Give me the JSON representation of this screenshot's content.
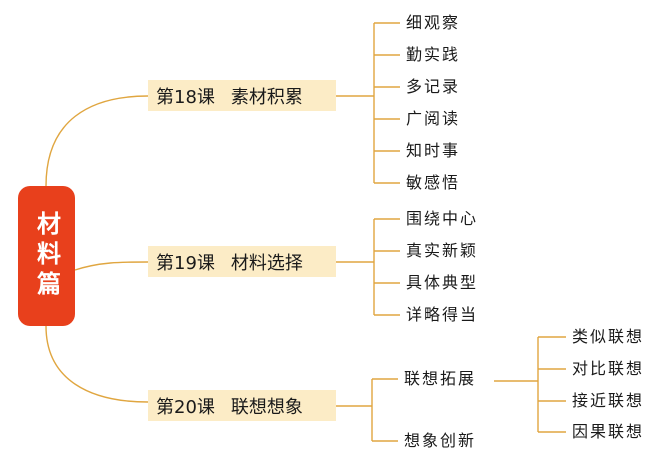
{
  "root": {
    "label": "材料篇"
  },
  "lessons": [
    {
      "number": "第18课",
      "title": "素材积累",
      "items": [
        "细观察",
        "勤实践",
        "多记录",
        "广阅读",
        "知时事",
        "敏感悟"
      ]
    },
    {
      "number": "第19课",
      "title": "材料选择",
      "items": [
        "围绕中心",
        "真实新颖",
        "具体典型",
        "详略得当"
      ]
    },
    {
      "number": "第20课",
      "title": "联想想象",
      "items": [
        "联想拓展",
        "想象创新"
      ],
      "subitems": [
        "类似联想",
        "对比联想",
        "接近联想",
        "因果联想"
      ]
    }
  ],
  "colors": {
    "root": "#e8401c",
    "lesson_bg": "#fcecc6",
    "connector": "#e0a640"
  }
}
